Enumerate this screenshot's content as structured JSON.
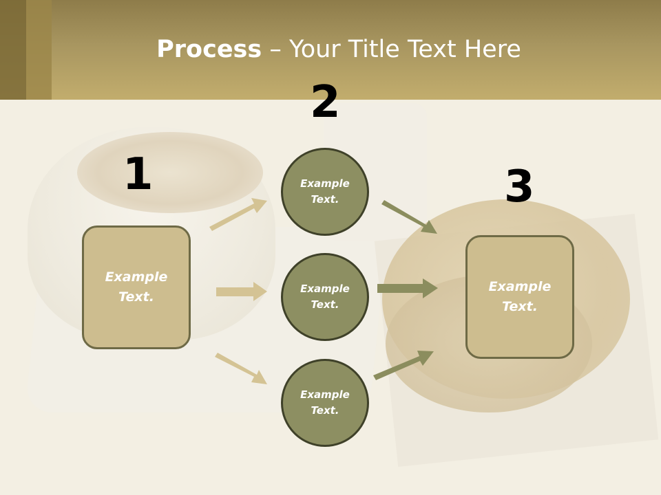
{
  "title": {
    "bold": "Process",
    "rest": " – Your Title Text Here"
  },
  "steps": {
    "n1": "1",
    "n2": "2",
    "n3": "3"
  },
  "boxes": {
    "left_line1": "Example",
    "left_line2": "Text.",
    "right_line1": "Example",
    "right_line2": "Text."
  },
  "circles": [
    {
      "line1": "Example",
      "line2": "Text."
    },
    {
      "line1": "Example",
      "line2": "Text."
    },
    {
      "line1": "Example",
      "line2": "Text."
    }
  ],
  "colors": {
    "header": "#b8a468",
    "box_fill": "#cdbd8f",
    "circle_fill": "#8d8f62",
    "arrow_light": "#d4c394",
    "arrow_dark": "#8b8d5e"
  }
}
